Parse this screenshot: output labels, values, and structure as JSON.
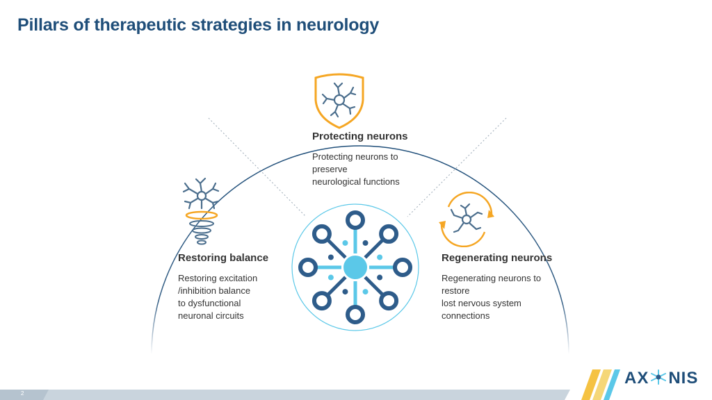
{
  "title": "Pillars of therapeutic strategies in neurology",
  "pillars": {
    "protect": {
      "heading": "Protecting neurons",
      "lines": [
        "Protecting neurons to",
        "preserve",
        "neurological functions"
      ]
    },
    "balance": {
      "heading": "Restoring balance",
      "lines": [
        "Restoring excitation",
        "/inhibition balance",
        "to dysfunctional",
        "neuronal circuits"
      ]
    },
    "regen": {
      "heading": "Regenerating neurons",
      "lines": [
        "Regenerating neurons to",
        "restore",
        "lost nervous system",
        "connections"
      ]
    }
  },
  "footer": {
    "page_number": "2",
    "logo_text_left": "AX",
    "logo_text_right": "NIS"
  },
  "colors": {
    "title": "#1f4e79",
    "arc": "#1f4e79",
    "accent_orange": "#f5a623",
    "neuron_blue": "#4a6d8c",
    "hub_dark": "#2e5c8a",
    "hub_light": "#5bc8e8",
    "footer_bar": "#c9d4dd"
  },
  "icons": {
    "protect": "shield-neuron-icon",
    "balance": "tornado-neuron-icon",
    "regen": "cycle-neuron-icon",
    "hub": "network-hub-icon",
    "logo": "axonis-logo-icon"
  }
}
